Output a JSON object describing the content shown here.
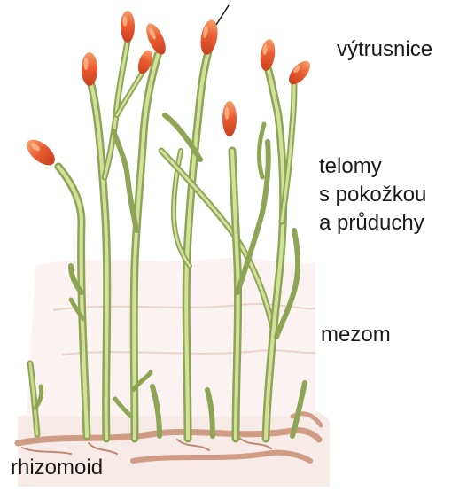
{
  "labels": {
    "sporangia": "výtrusnice",
    "telomes": "telomy\ns pokožkou\na průduchy",
    "mesome": "mezom",
    "rhizoid": "rhizomoid"
  },
  "colors": {
    "stem": "#b7c97a",
    "stem_dark": "#7e9a4c",
    "sporangium": "#e8542d",
    "sporangium_light": "#f3874e",
    "ground": "#f4e2de",
    "rhizome": "#d8a591"
  },
  "illustration": {
    "subject": "early land plant with branching telomes, terminal sporangia and rhizoids"
  }
}
